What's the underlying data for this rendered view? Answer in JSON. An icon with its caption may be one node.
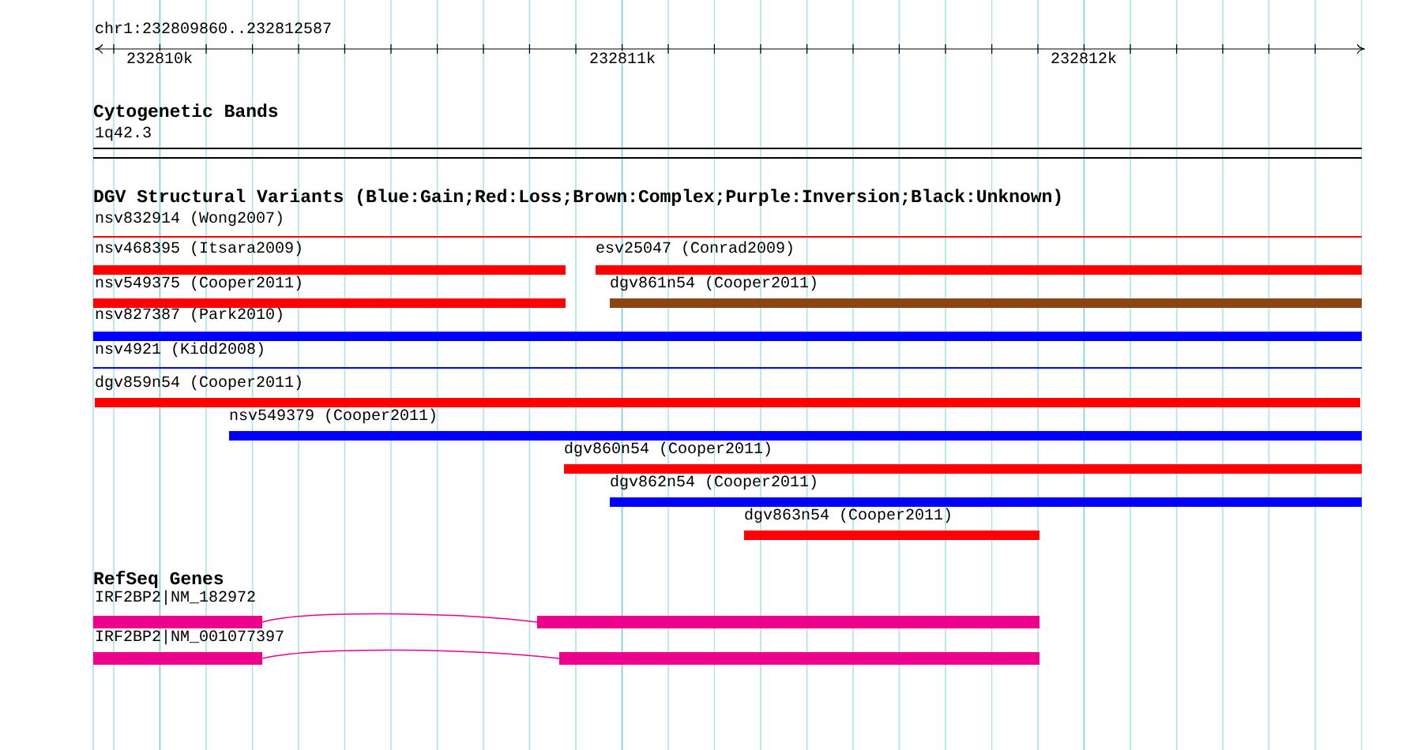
{
  "diagram": {
    "nodes": [
      {
        "text": [
          "1q42.3"
        ]
      },
      {
        "text": [
          "nsv832914 (Wong2007)"
        ]
      },
      {
        "text": [
          "nsv468395 (Itsara2009)"
        ]
      },
      {
        "text": [
          "esv25047 (Conrad2009)"
        ]
      },
      {
        "text": [
          "nsv549375 (Cooper2011)"
        ]
      },
      {
        "text": [
          "dgv861n54 (Cooper2011)"
        ]
      },
      {
        "text": [
          "nsv827387 (Park2010)"
        ]
      },
      {
        "text": [
          "nsv4921 (Kidd2008)"
        ]
      },
      {
        "text": [
          "dgv859n54 (Cooper2011)"
        ]
      },
      {
        "text": [
          "nsv549379 (Cooper2011)"
        ]
      },
      {
        "text": [
          "dgv860n54 (Cooper2011)"
        ]
      },
      {
        "text": [
          "dgv862n54 (Cooper2011)"
        ]
      },
      {
        "text": [
          "dgv863n54 (Cooper2011)"
        ]
      },
      {
        "text": [
          "IRF2BP2|NM_182972"
        ]
      },
      {
        "text": [
          "IRF2BP2|NM_001077397"
        ]
      }
    ],
    "labels": [
      "chr1:232809860..232812587",
      "232810k",
      "232811k",
      "232812k",
      "Cytogenetic Bands",
      "DGV Structural Variants (Blue:Gain;Red:Loss;Brown:Complex;Purple:Inversion;Black:Unknown)",
      "RefSeq Genes"
    ]
  }
}
